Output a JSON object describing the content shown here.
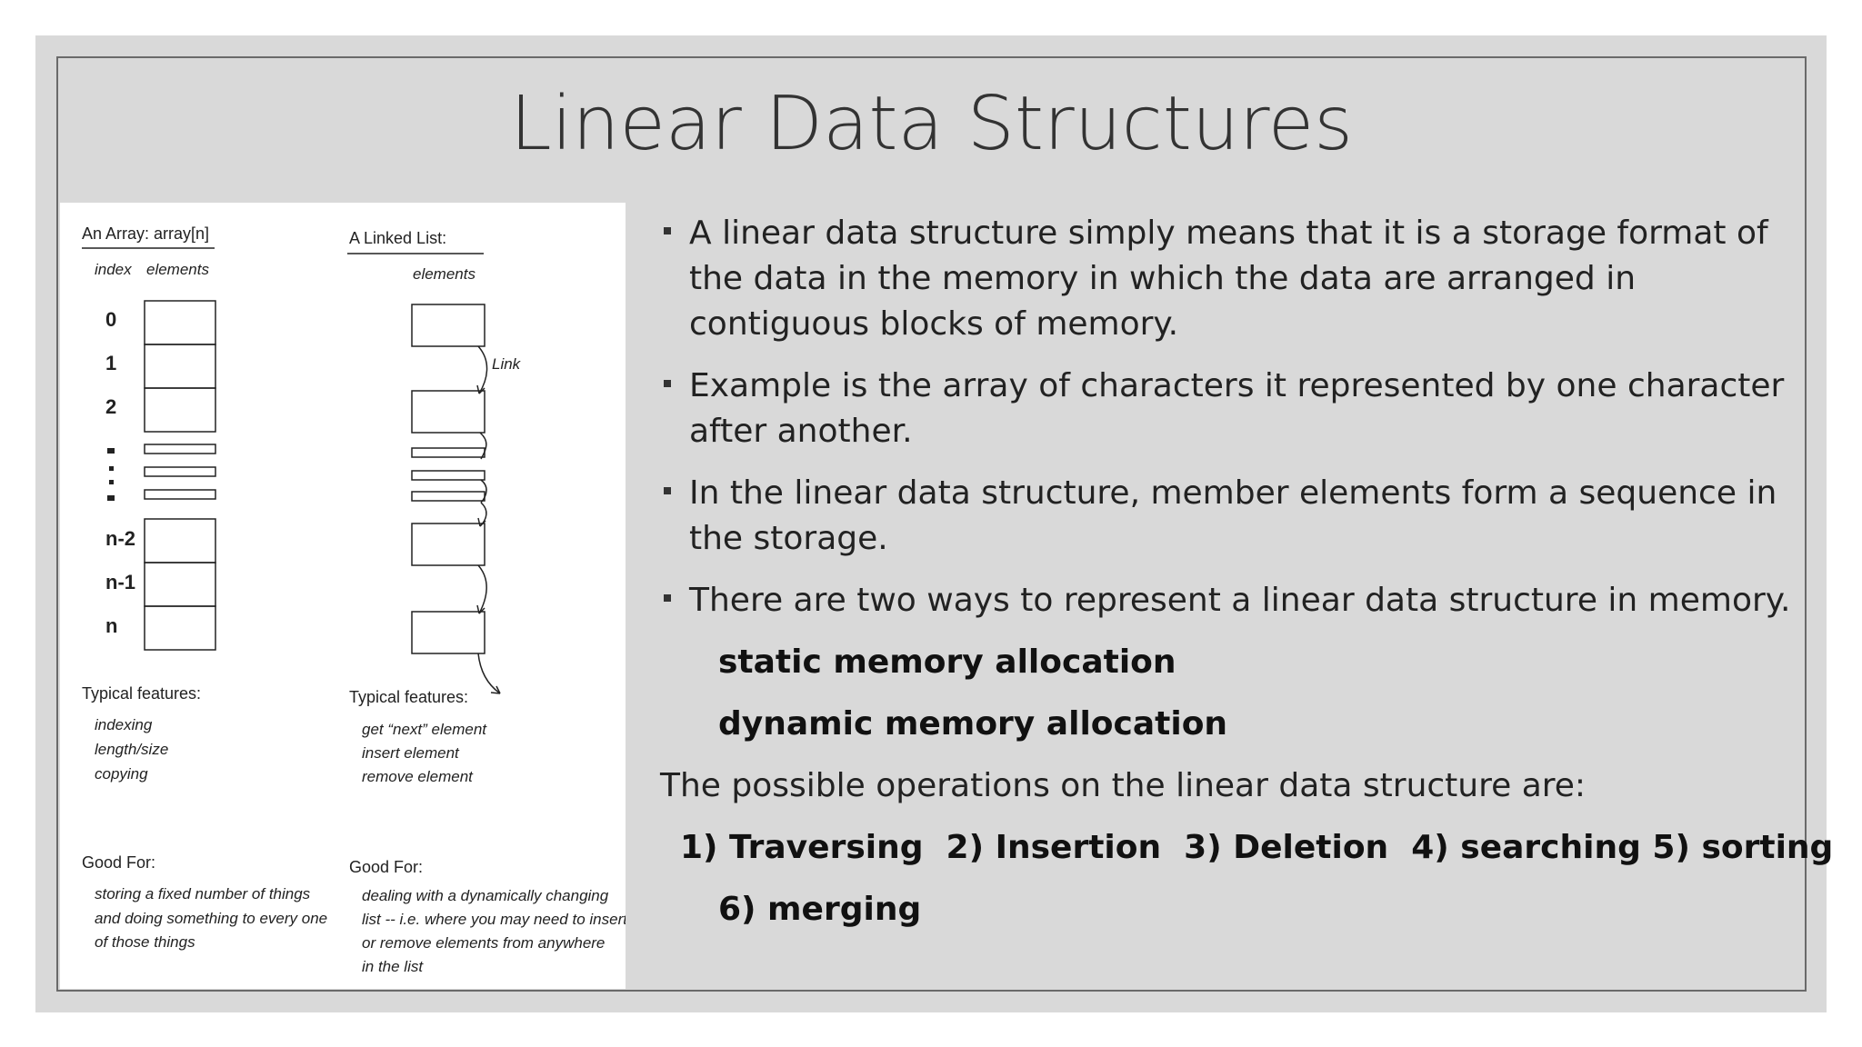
{
  "slide": {
    "title": "Linear Data Structures"
  },
  "figure": {
    "array": {
      "heading": "An Array: array[n]",
      "col_index": "index",
      "col_elements": "elements",
      "indices": [
        "0",
        "1",
        "2",
        "n-2",
        "n-1",
        "n"
      ],
      "features_heading": "Typical features:",
      "features": [
        "indexing",
        "length/size",
        "copying"
      ],
      "good_heading": "Good For:",
      "good": [
        "storing a fixed number of things",
        "and doing something to every one",
        "of those things"
      ]
    },
    "linked_list": {
      "heading": "A Linked List:",
      "col_elements": "elements",
      "link_label": "Link",
      "features_heading": "Typical features:",
      "features": [
        "get “next” element",
        "insert element",
        "remove element"
      ],
      "good_heading": "Good For:",
      "good": [
        "dealing with a dynamically changing",
        "list -- i.e. where you may need to insert",
        "or remove elements from anywhere",
        "in the list"
      ]
    }
  },
  "content": {
    "bullets": [
      "A linear data structure simply means that it is a storage format of the data in the memory in which the data are arranged in contiguous blocks of memory.",
      "Example is the array of characters it represented by one character after another.",
      "In the linear data structure, member elements form a sequence in the storage.",
      "There are two ways to represent a linear data structure in memory."
    ],
    "allocation_types": [
      "static memory allocation",
      "dynamic memory allocation"
    ],
    "operations_intro": "The possible operations on the linear data structure are:",
    "operations_line1": "1) Traversing  2) Insertion  3) Deletion  4) searching 5) sorting",
    "operations_line2": "6) merging"
  }
}
